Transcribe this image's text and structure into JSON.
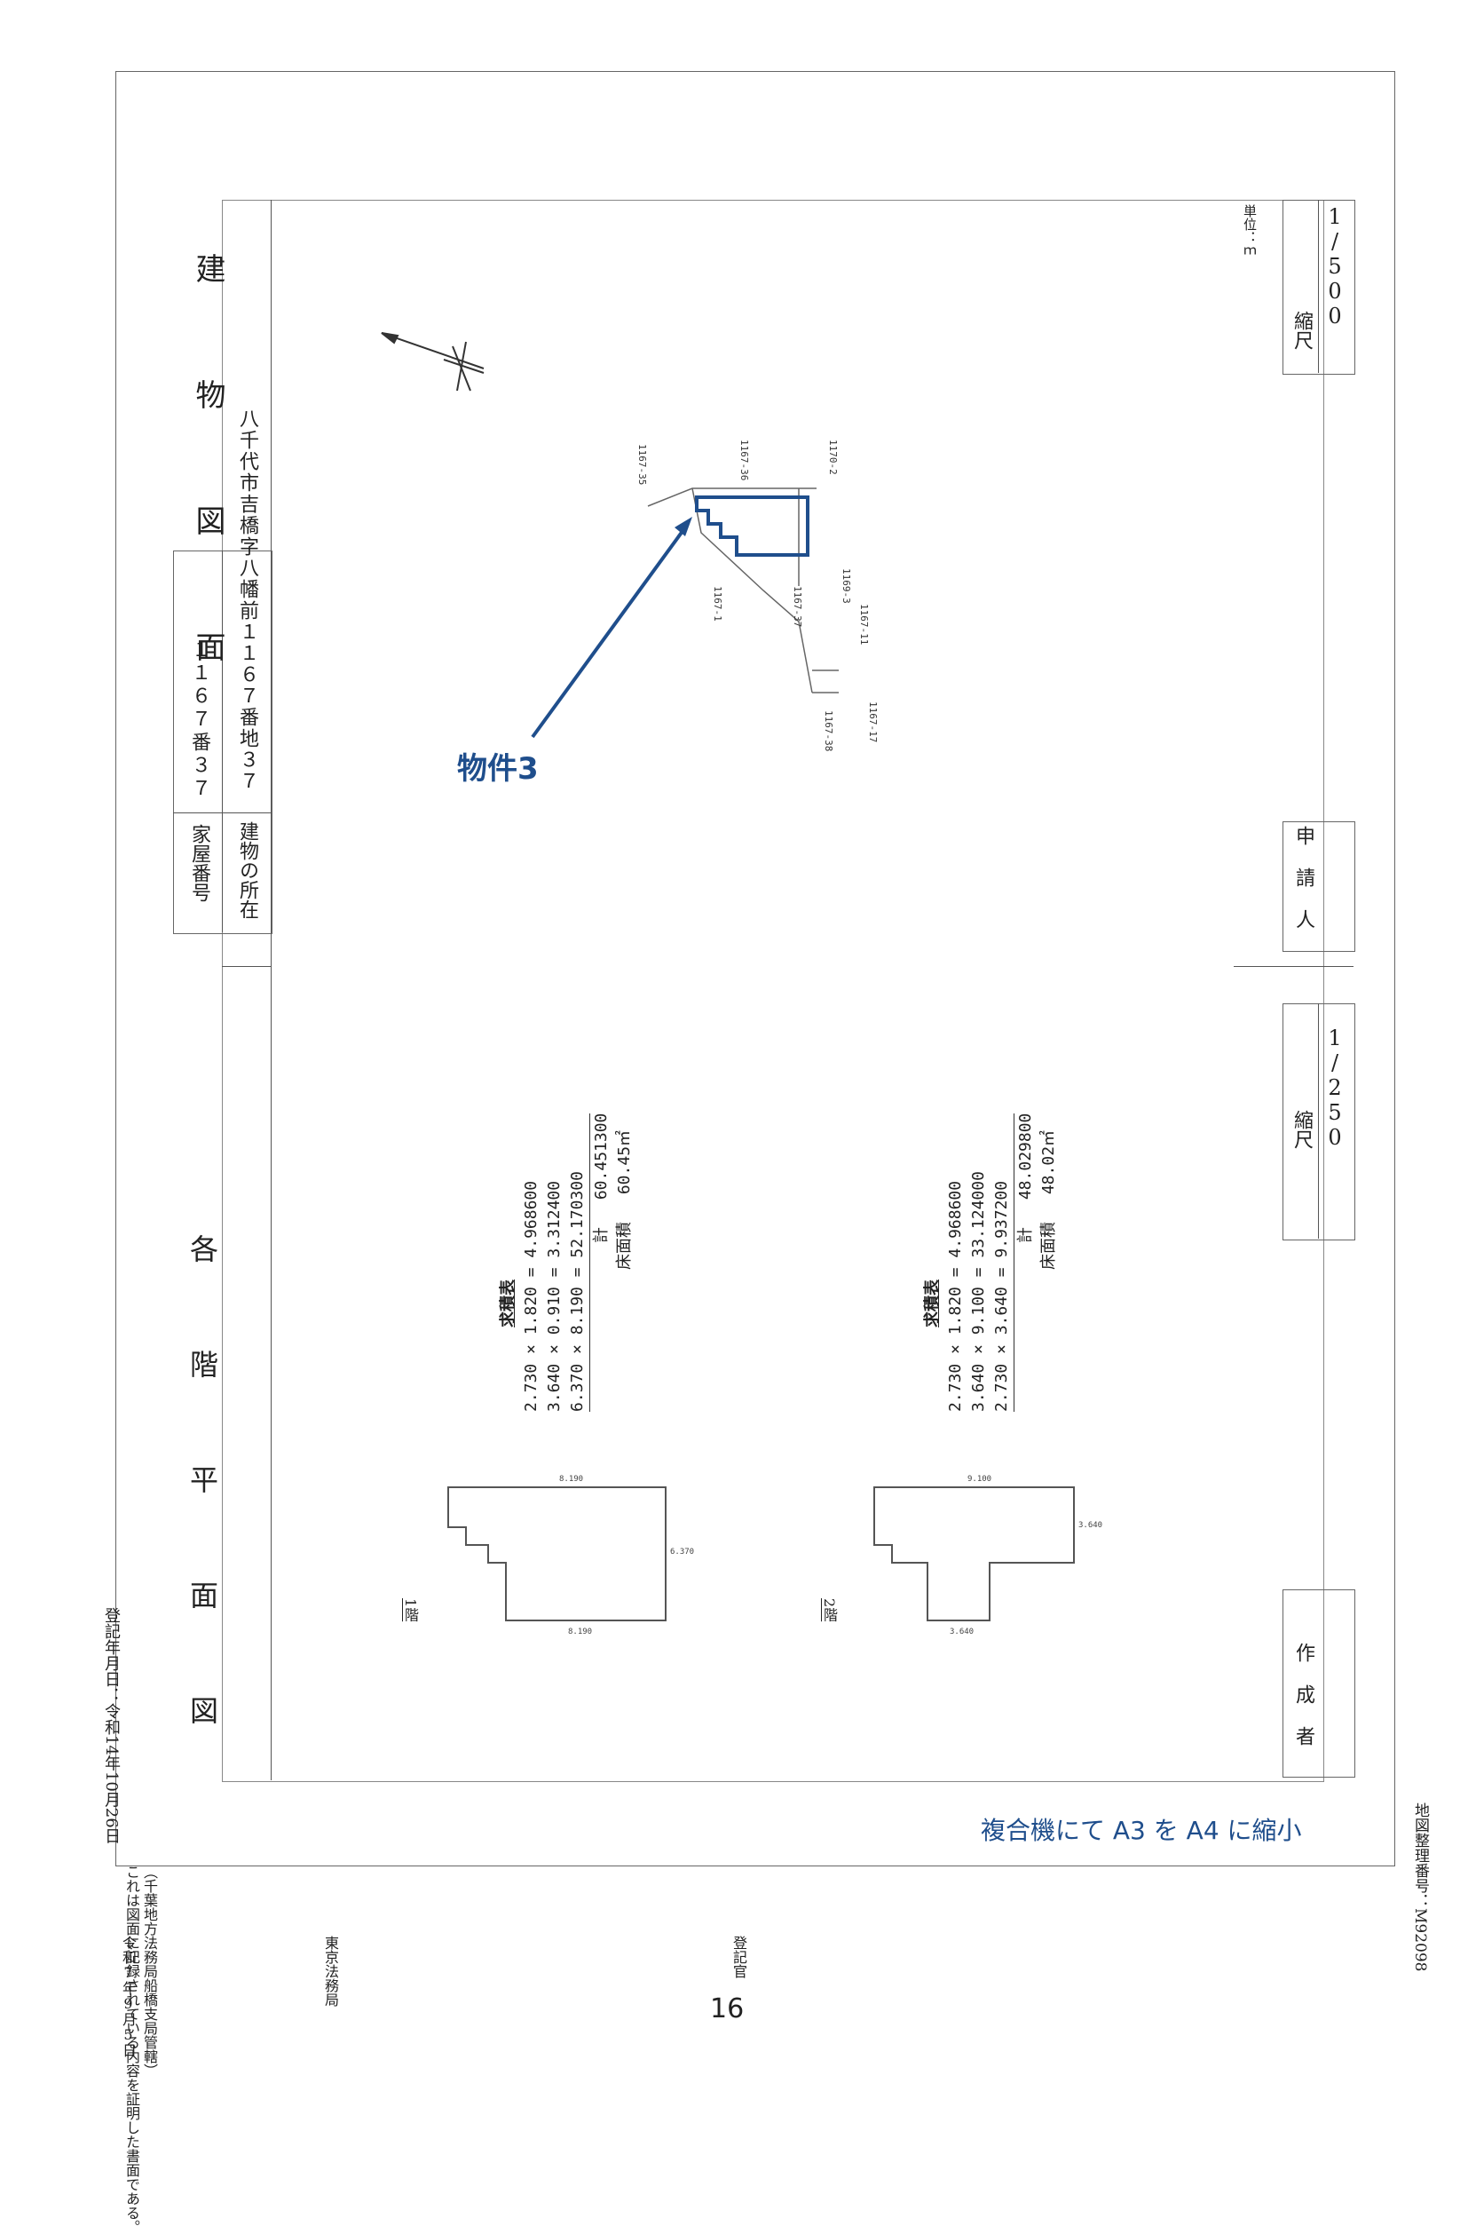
{
  "document": {
    "title_building": "建 物 図 面",
    "title_floors": "各 階 平 面 図",
    "house_number_label": "家屋番号",
    "house_number_value": "１１６７番３７",
    "location_label": "建物の所在",
    "location_value": "八千代市吉橋字八幡前１１６７番地３７",
    "unit_label": "単位：ｍ",
    "scale_label": "縮尺",
    "scale_top": "1/500",
    "scale_bottom": "1/250",
    "applicant_label": "申 請 人",
    "creator_label": "作 成 者",
    "arrow_label": "物件3",
    "copy_note": "複合機にて A3 を A4 に縮小",
    "page_number": "16",
    "reg_date": "登記年月日：令和14年10月26日",
    "map_number": "地図整理番号：M92098",
    "cert_text_1": "これは図面に記録されている内容を証明した書面である。",
    "cert_text_2": "（千葉地方法務局船橋支局管轄）",
    "cert_date": "令和7年9月5日",
    "cert_office": "東京法務局",
    "cert_officer": "登記官"
  },
  "site_labels": [
    "1167-35",
    "1167-36",
    "1170-2",
    "1167-1",
    "1167-37",
    "1169-3",
    "1167-11",
    "1167-38",
    "1167-17"
  ],
  "floor1": {
    "label": "1階",
    "table_title": "求積表",
    "rows": [
      "2.730 × 1.820 = 4.968600",
      "3.640 × 0.910 = 3.312400",
      "6.370 × 8.190 = 52.170300"
    ],
    "total_label": "計",
    "total_value": "60.451300",
    "area_label": "床面積",
    "area_value": "60.45㎡"
  },
  "floor2": {
    "label": "2階",
    "table_title": "求積表",
    "rows": [
      "2.730 × 1.820 = 4.968600",
      "3.640 × 9.100 = 33.124000",
      "2.730 × 3.640 = 9.937200"
    ],
    "total_label": "計",
    "total_value": "48.029800",
    "area_label": "床面積",
    "area_value": "48.02㎡"
  },
  "colors": {
    "accent": "#1f4e8c",
    "line": "#555555"
  }
}
